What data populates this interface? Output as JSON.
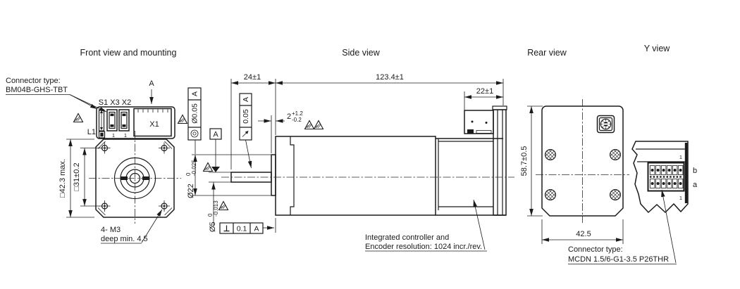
{
  "titles": {
    "front": "Front view and mounting",
    "side": "Side view",
    "rear": "Rear view",
    "y": "Y view"
  },
  "front_view": {
    "connector_note": {
      "line1": "Connector type:",
      "line2": "BM04B-GHS-TBT"
    },
    "top_labels": "S1 X3 X2",
    "l1_label": "L1",
    "x1_label": "X1",
    "pin1_x3": "1",
    "pin1_x2": "1",
    "section_label": "A",
    "dim_square": "□42.3 max.",
    "dim_holes": "□31±0.2",
    "mount_note": {
      "line1": "4- M3",
      "line2": "deep min. 4.5"
    }
  },
  "side_view": {
    "dim_shaft_length": "24±1",
    "dim_body_length": "123.4±1",
    "dim_connector": "22±1",
    "dim_step": {
      "value": "2",
      "upper": "+1.2",
      "lower": "-0.2"
    },
    "dim_boss": {
      "value": "Ø22",
      "upper": "0",
      "lower": "-0.025"
    },
    "dim_shaft": {
      "value": "Ø5",
      "upper": "0",
      "lower": "-0.013"
    },
    "fcf_concentricity": {
      "value": "Ø0.05",
      "datum": "A"
    },
    "fcf_runout": {
      "value": "0.05",
      "datum": "A"
    },
    "fcf_perpendicularity": {
      "value": "0.1",
      "datum": "A"
    },
    "datum_label": "A",
    "note": {
      "line1": "Integrated controller and",
      "line2": "Encoder resolution: 1024 incr./rev."
    }
  },
  "rear_view": {
    "dim_height": "58.7±0.5",
    "dim_width": "42.5",
    "connector_note": {
      "line1": "Connector type:",
      "line2": "MCDN 1.5/6-G1-3.5 P26THR"
    }
  },
  "y_view": {
    "pin_top": "1",
    "row_b": "b",
    "row_a": "a",
    "pin_bottom": "1"
  }
}
